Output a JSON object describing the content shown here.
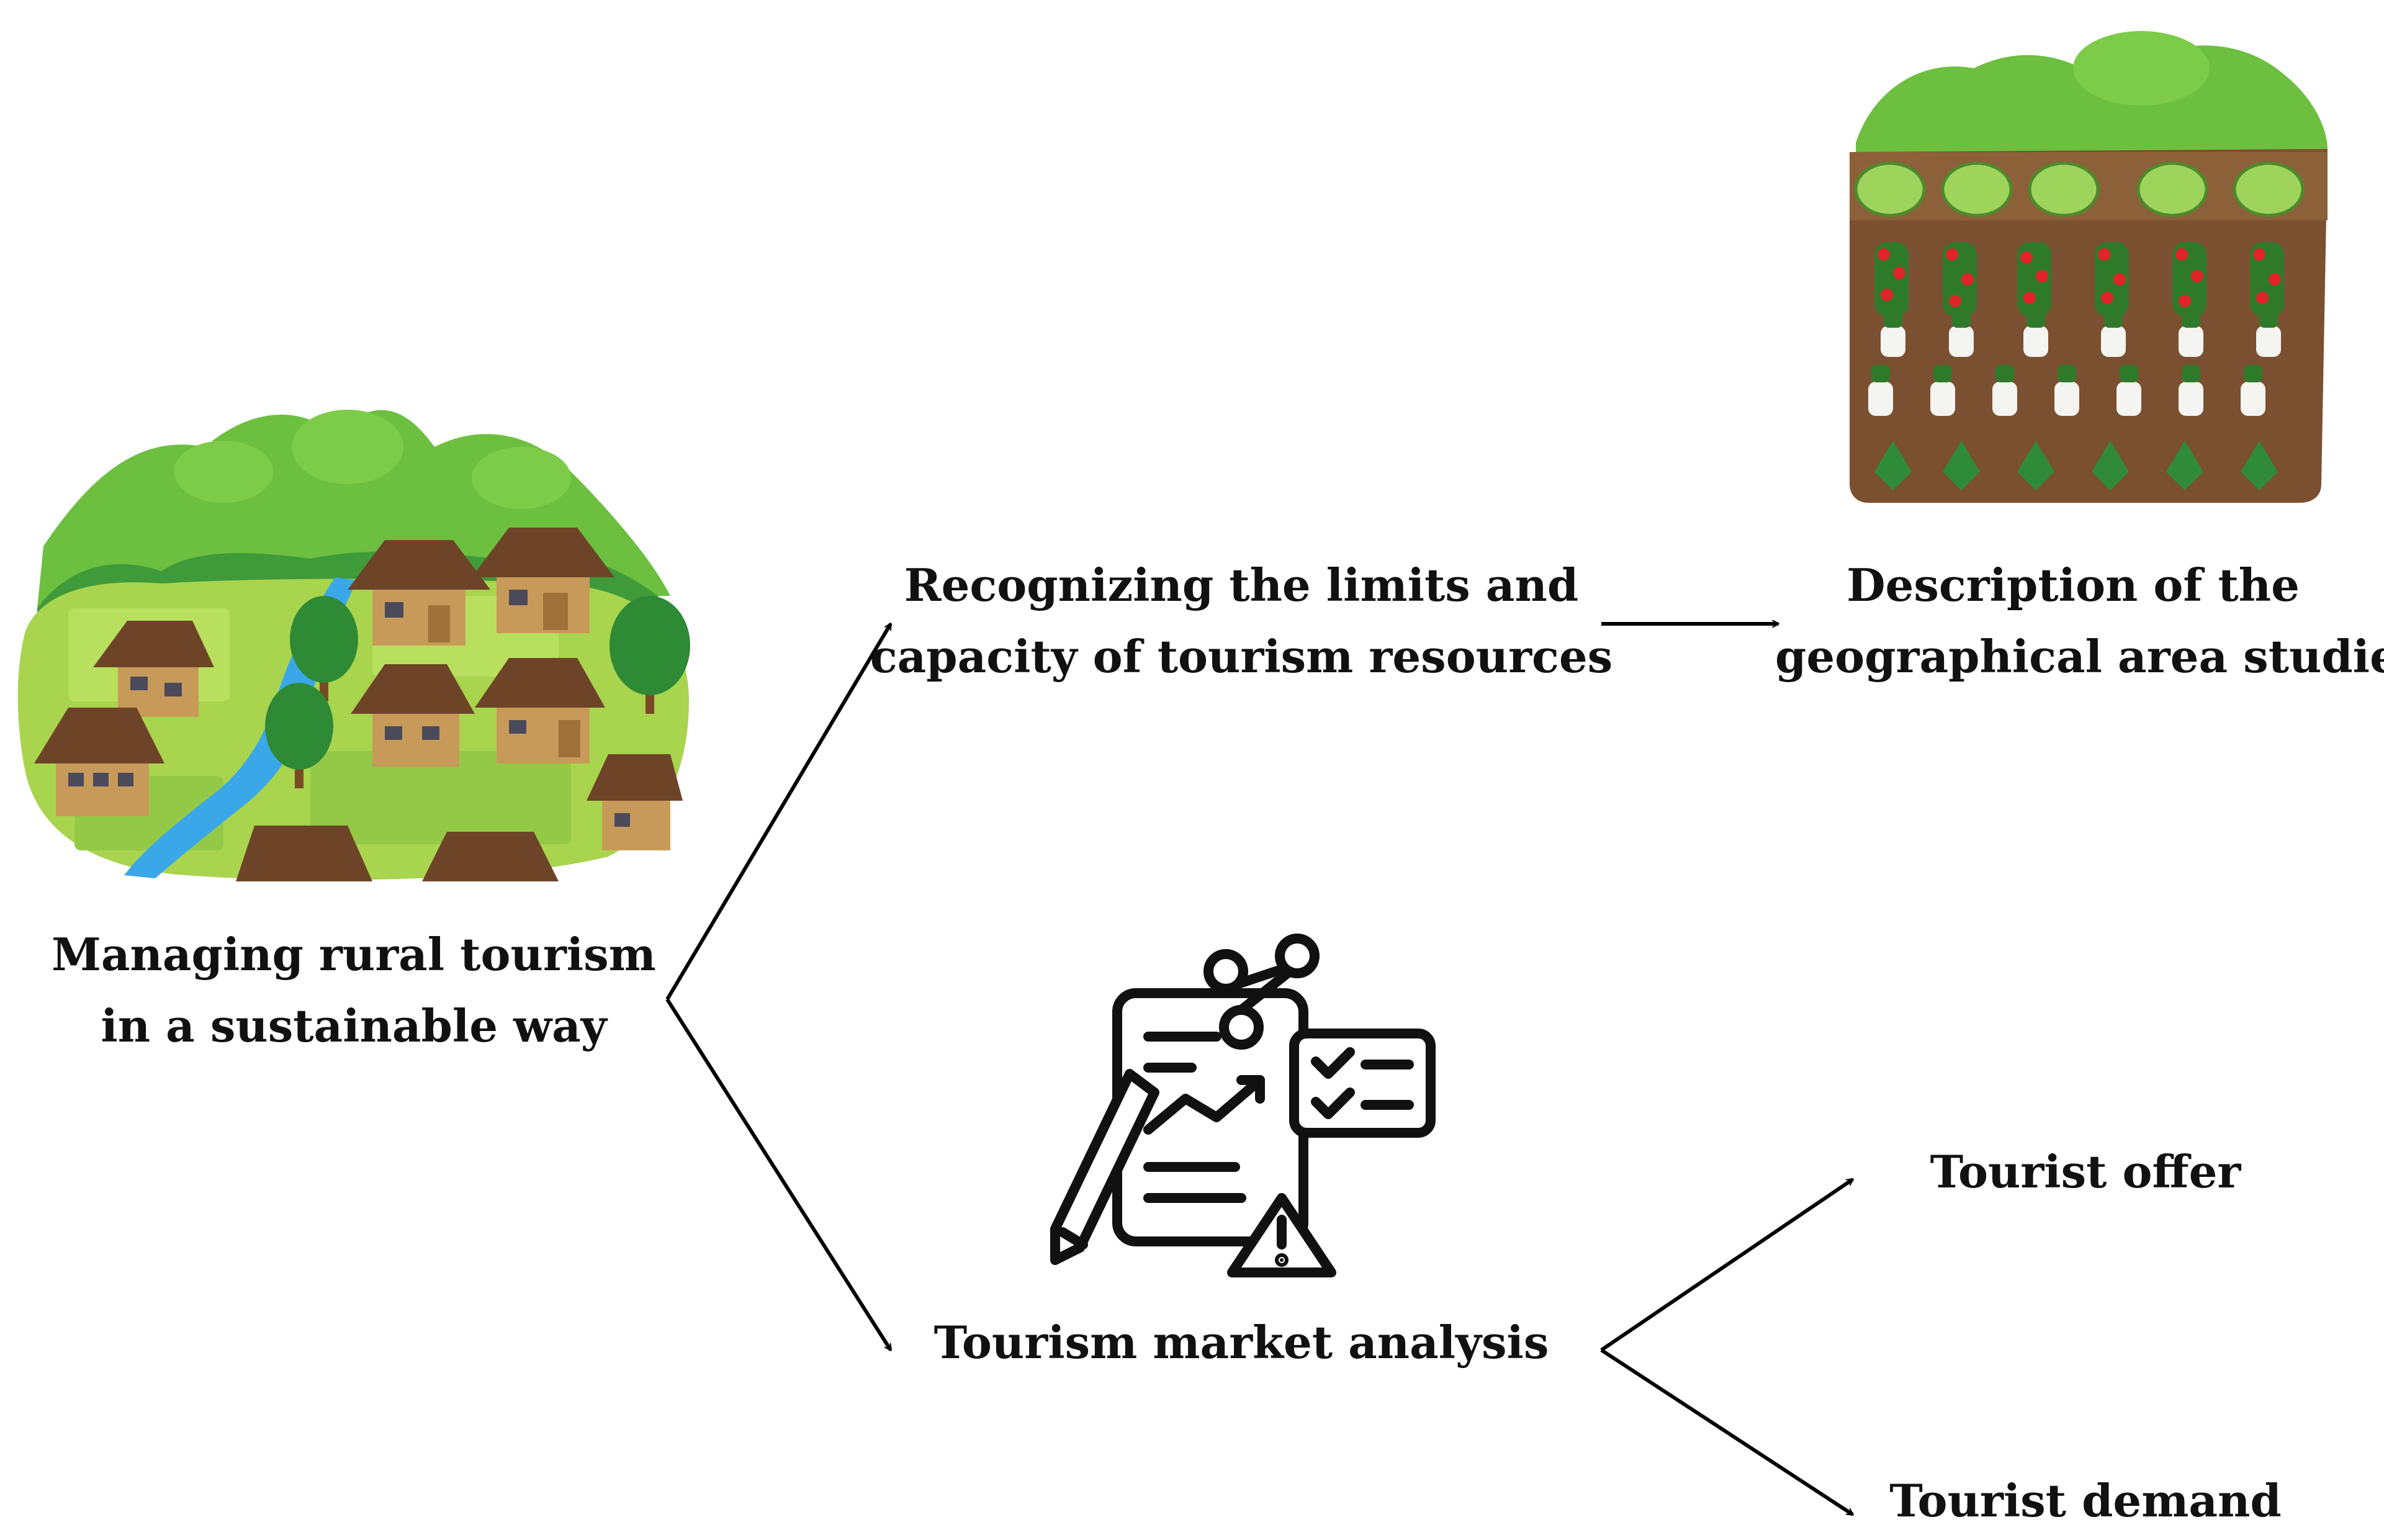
{
  "nodes": {
    "rural_tourism": {
      "line1": "Managing rural tourism",
      "line2": "in a sustainable way"
    },
    "limits_capacity": {
      "line1": "Recognizing the limits and",
      "line2": "capacity of tourism resources"
    },
    "geo_area": {
      "line1": "Description of the",
      "line2": "geographical area studied"
    },
    "market_analysis": {
      "line1": "Tourism market analysis"
    },
    "tourist_offer": {
      "line1": "Tourist offer"
    },
    "tourist_demand": {
      "line1": "Tourist demand"
    }
  },
  "icons": {
    "village": "rural-village-illustration-icon",
    "fields": "vegetable-fields-illustration-icon",
    "analysis": "market-analysis-document-icon"
  },
  "colors": {
    "text": "#111111",
    "arrow": "#000000",
    "hill_green": "#6cbf3f",
    "field_green": "#a8d44e",
    "soil_brown": "#7a5030",
    "river_blue": "#3aa7e8",
    "roof_brown": "#6e4428",
    "wall_tan": "#c89a5a"
  }
}
